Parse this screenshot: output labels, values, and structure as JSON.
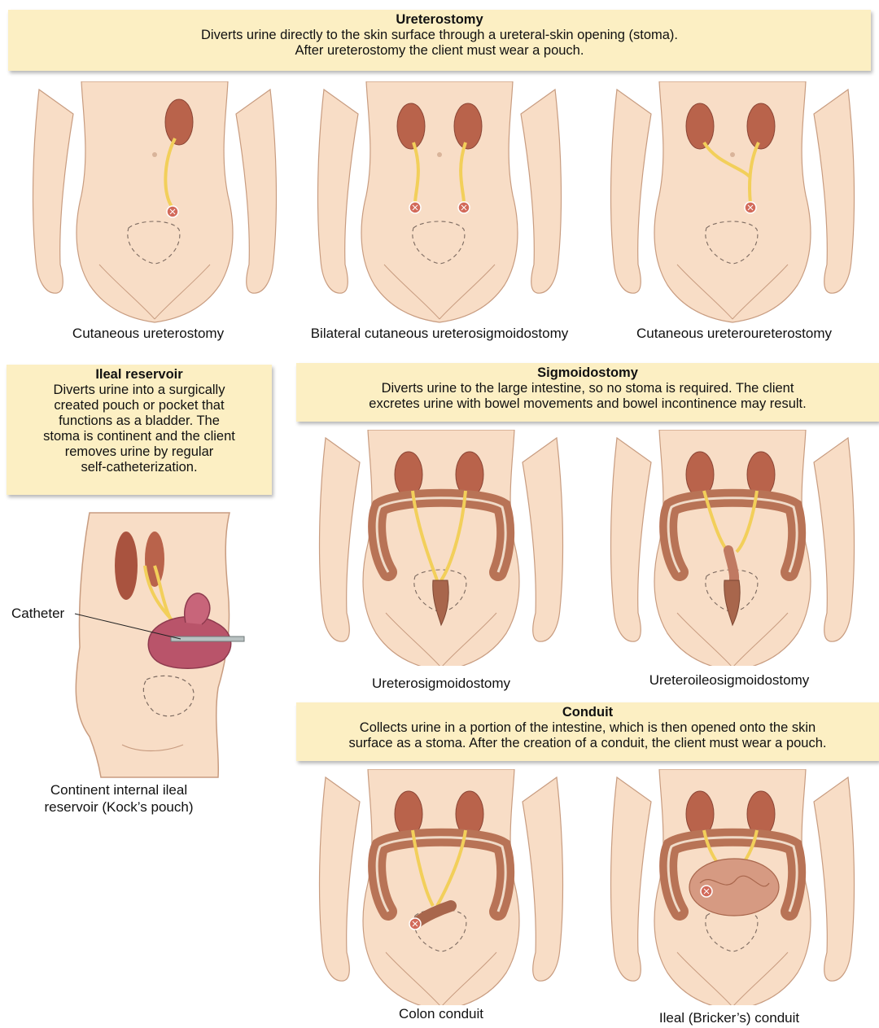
{
  "ureterostomy": {
    "title": "Ureterostomy",
    "line1": "Diverts urine directly to the skin surface through a ureteral-skin opening (stoma).",
    "line2": "After ureterostomy the client must wear a pouch."
  },
  "ileal_reservoir": {
    "title": "Ileal reservoir",
    "lines": [
      "Diverts urine into a surgically",
      "created pouch or pocket that",
      "functions as a bladder. The",
      "stoma is continent and the client",
      "removes urine by regular",
      "self-catheterization."
    ]
  },
  "sigmoidostomy": {
    "title": "Sigmoidostomy",
    "line1": "Diverts urine to the large intestine, so no stoma is required. The client",
    "line2": "excretes urine with bowel movements and bowel incontinence may result."
  },
  "conduit": {
    "title": "Conduit",
    "line1": "Collects urine in a portion of the intestine, which is then opened onto the skin",
    "line2": "surface as a stoma. After the creation of a conduit, the client must wear a pouch."
  },
  "captions": {
    "cutaneous_ureterostomy": "Cutaneous ureterostomy",
    "bilateral": "Bilateral cutaneous ureterosigmoidostomy",
    "ureteroureterostomy": "Cutaneous ureteroureterostomy",
    "ureterosigmoidostomy": "Ureterosigmoidostomy",
    "ureteroileosigmoidostomy": "Ureteroileosigmoidostomy",
    "kock_line1": "Continent internal ileal",
    "kock_line2": "reservoir (Kock’s pouch)",
    "colon_conduit": "Colon conduit",
    "ileal_conduit": "Ileal (Bricker’s) conduit"
  },
  "labels": {
    "catheter": "Catheter"
  },
  "colors": {
    "skin": "#f8ddc6",
    "skin_edge": "#c89c80",
    "kidney": "#b9634b",
    "ureter": "#f2cf5a",
    "stoma": "#d26a5a",
    "intestine": "#b87356",
    "box": "#fcefc3"
  }
}
